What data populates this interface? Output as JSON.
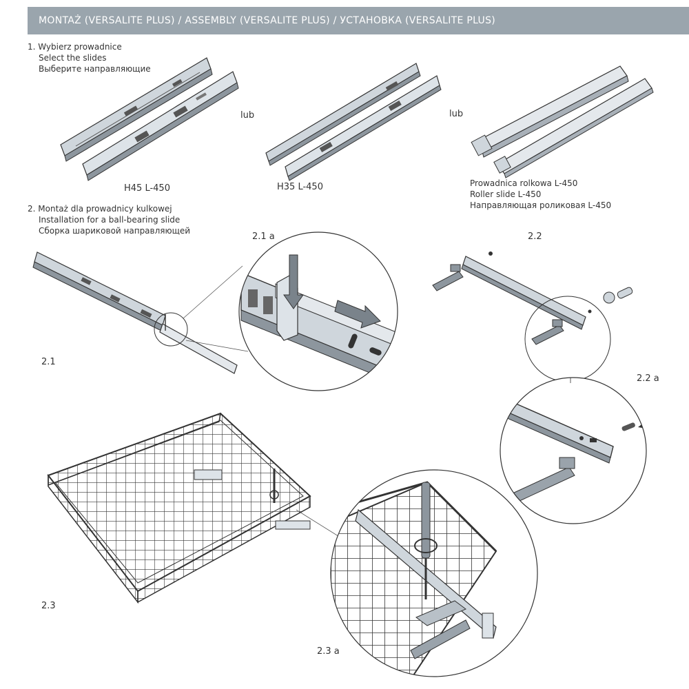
{
  "header": {
    "title": "MONTAŻ (VERSALITE PLUS) / ASSEMBLY (VERSALITE PLUS) / УСТАНОВКА (VERSALITE PLUS)"
  },
  "step1": {
    "lines": [
      "1. Wybierz prowadnice",
      "Select the slides",
      "Выберите направляющие"
    ],
    "or_label": "lub",
    "option_a": "H45 L-450",
    "option_b": "H35 L-450",
    "option_c": [
      "Prowadnica rolkowa L-450",
      "Roller slide L-450",
      "Направляющая роликовая L-450"
    ]
  },
  "step2": {
    "lines": [
      "2. Montaż dla prowadnicy kulkowej",
      "Installation for a ball-bearing slide",
      "Сборка шариковой направляющей"
    ],
    "fig_2_1": "2.1",
    "fig_2_1a": "2.1 a",
    "fig_2_2": "2.2",
    "fig_2_2a": "2.2 a",
    "fig_2_3": "2.3",
    "fig_2_3a": "2.3 a"
  },
  "colors": {
    "header_bg": "#9aa5ad",
    "line": "#333333",
    "metal": "#cfd6dc",
    "metal_dark": "#8d969e"
  }
}
